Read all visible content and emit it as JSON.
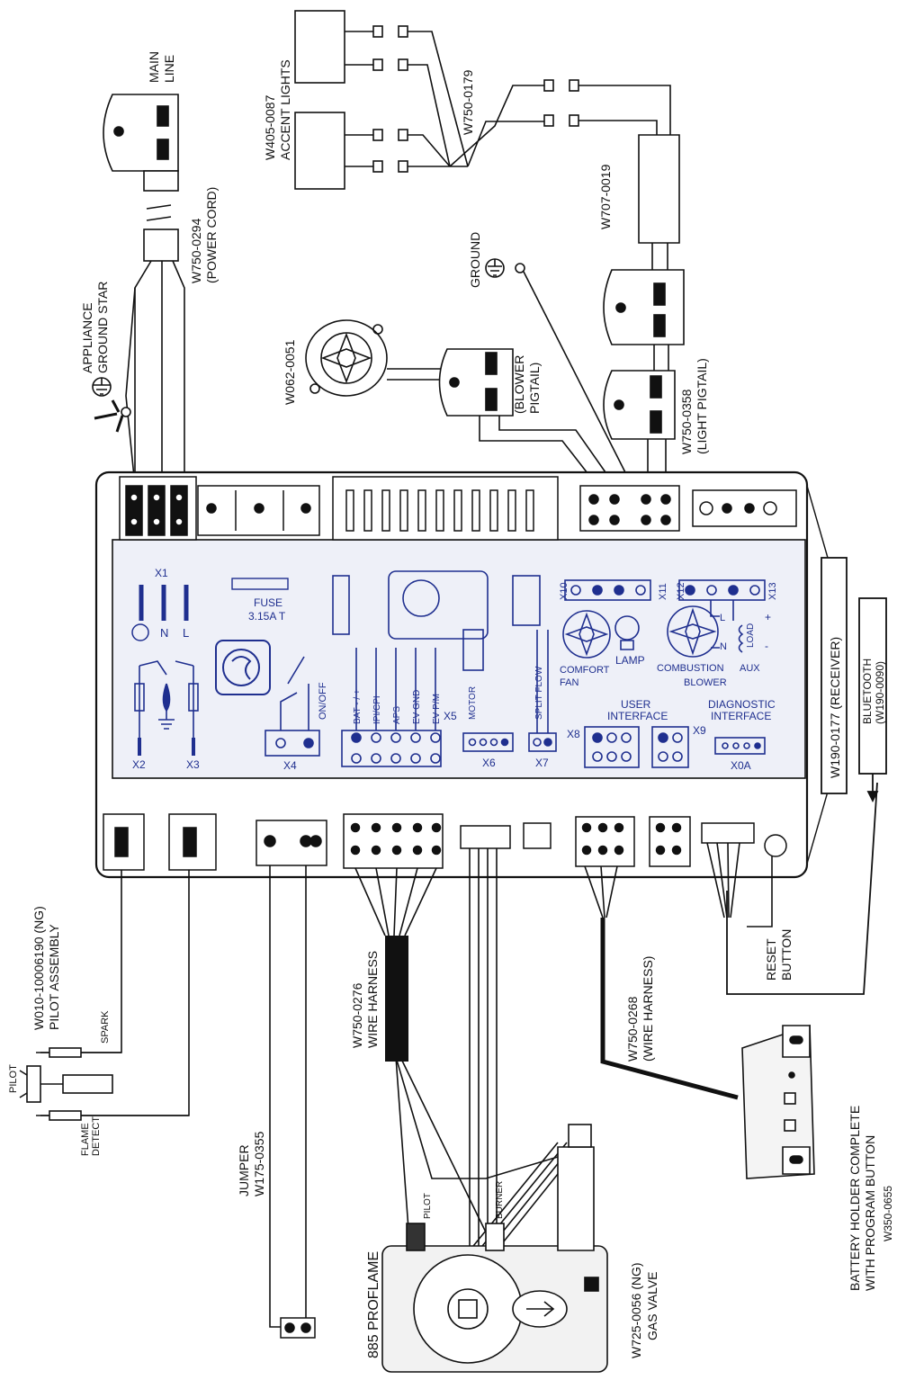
{
  "components": {
    "main_line": [
      "MAIN",
      "LINE"
    ],
    "power_cord": [
      "W750-0294",
      "(POWER CORD)"
    ],
    "appliance_ground": [
      "APPLIANCE",
      "GROUND STAR"
    ],
    "accent_lights": [
      "W405-0087",
      "ACCENT LIGHTS"
    ],
    "accent_harness": "W750-0179",
    "splitter": "W707-0019",
    "ground": "GROUND",
    "blower_motor": "W062-0051",
    "blower_pigtail": [
      "(BLOWER",
      "PIGTAIL)"
    ],
    "light_pigtail": [
      "W750-0358",
      "(LIGHT PIGTAIL)"
    ],
    "receiver": "W190-0177  (RECEIVER)",
    "bluetooth": [
      "BLUETOOTH",
      "(W190-0090)"
    ],
    "pilot_assembly": [
      "W010-10006190 (NG)",
      "PILOT ASSEMBLY"
    ],
    "spark": "SPARK",
    "pilot": "PILOT",
    "flame_detect": [
      "FLAME",
      "DETECT"
    ],
    "jumper": [
      "JUMPER",
      "W175-0355"
    ],
    "wire_harness_1": [
      "W750-0276",
      "WIRE HARNESS"
    ],
    "wire_harness_2": [
      "W750-0268",
      "(WIRE HARNESS)"
    ],
    "reset_button": [
      "RESET",
      "BUTTON"
    ],
    "battery_holder": [
      "BATTERY HOLDER COMPLETE",
      "WITH PROGRAM BUTTON",
      "W350-0655"
    ],
    "proflame": "885 PROFLAME",
    "gas_valve": [
      "W725-0056 (NG)",
      "GAS VALVE"
    ],
    "valve_pilot": "PILOT",
    "valve_burner": "BURNER"
  },
  "board": {
    "x1": "X1",
    "n": "N",
    "l": "L",
    "fuse": [
      "FUSE",
      "3.15A T"
    ],
    "x2": "X2",
    "x3": "X3",
    "x4": "X4",
    "onoff": "ON/OFF",
    "x5": "X5",
    "x5_pins": [
      "BAT - / +",
      "IPI/CPI",
      "APS",
      "EV GND",
      "EV P/M"
    ],
    "x6": "X6",
    "motor": "MOTOR",
    "x7": "X7",
    "split_flow": "SPLIT FLOW",
    "x8": "X8",
    "user_interface": [
      "USER",
      "INTERFACE"
    ],
    "x9": "X9",
    "diagnostic_interface": [
      "DIAGNOSTIC",
      "INTERFACE"
    ],
    "x0a": "X0A",
    "x10": "X10",
    "x11": "X11",
    "x12": "X12",
    "x13": "X13",
    "comfort_fan": [
      "COMFORT",
      "FAN"
    ],
    "lamp": "LAMP",
    "combustion_blower": [
      "COMBUSTION",
      "BLOWER"
    ],
    "aux": "AUX",
    "load": "LOAD",
    "l_mark": "L",
    "n_mark": "N",
    "plus": "+",
    "minus": "-"
  },
  "colors": {
    "ink": "#111111",
    "board_blue": "#1f2f8f",
    "panel": "#eef0f8"
  }
}
